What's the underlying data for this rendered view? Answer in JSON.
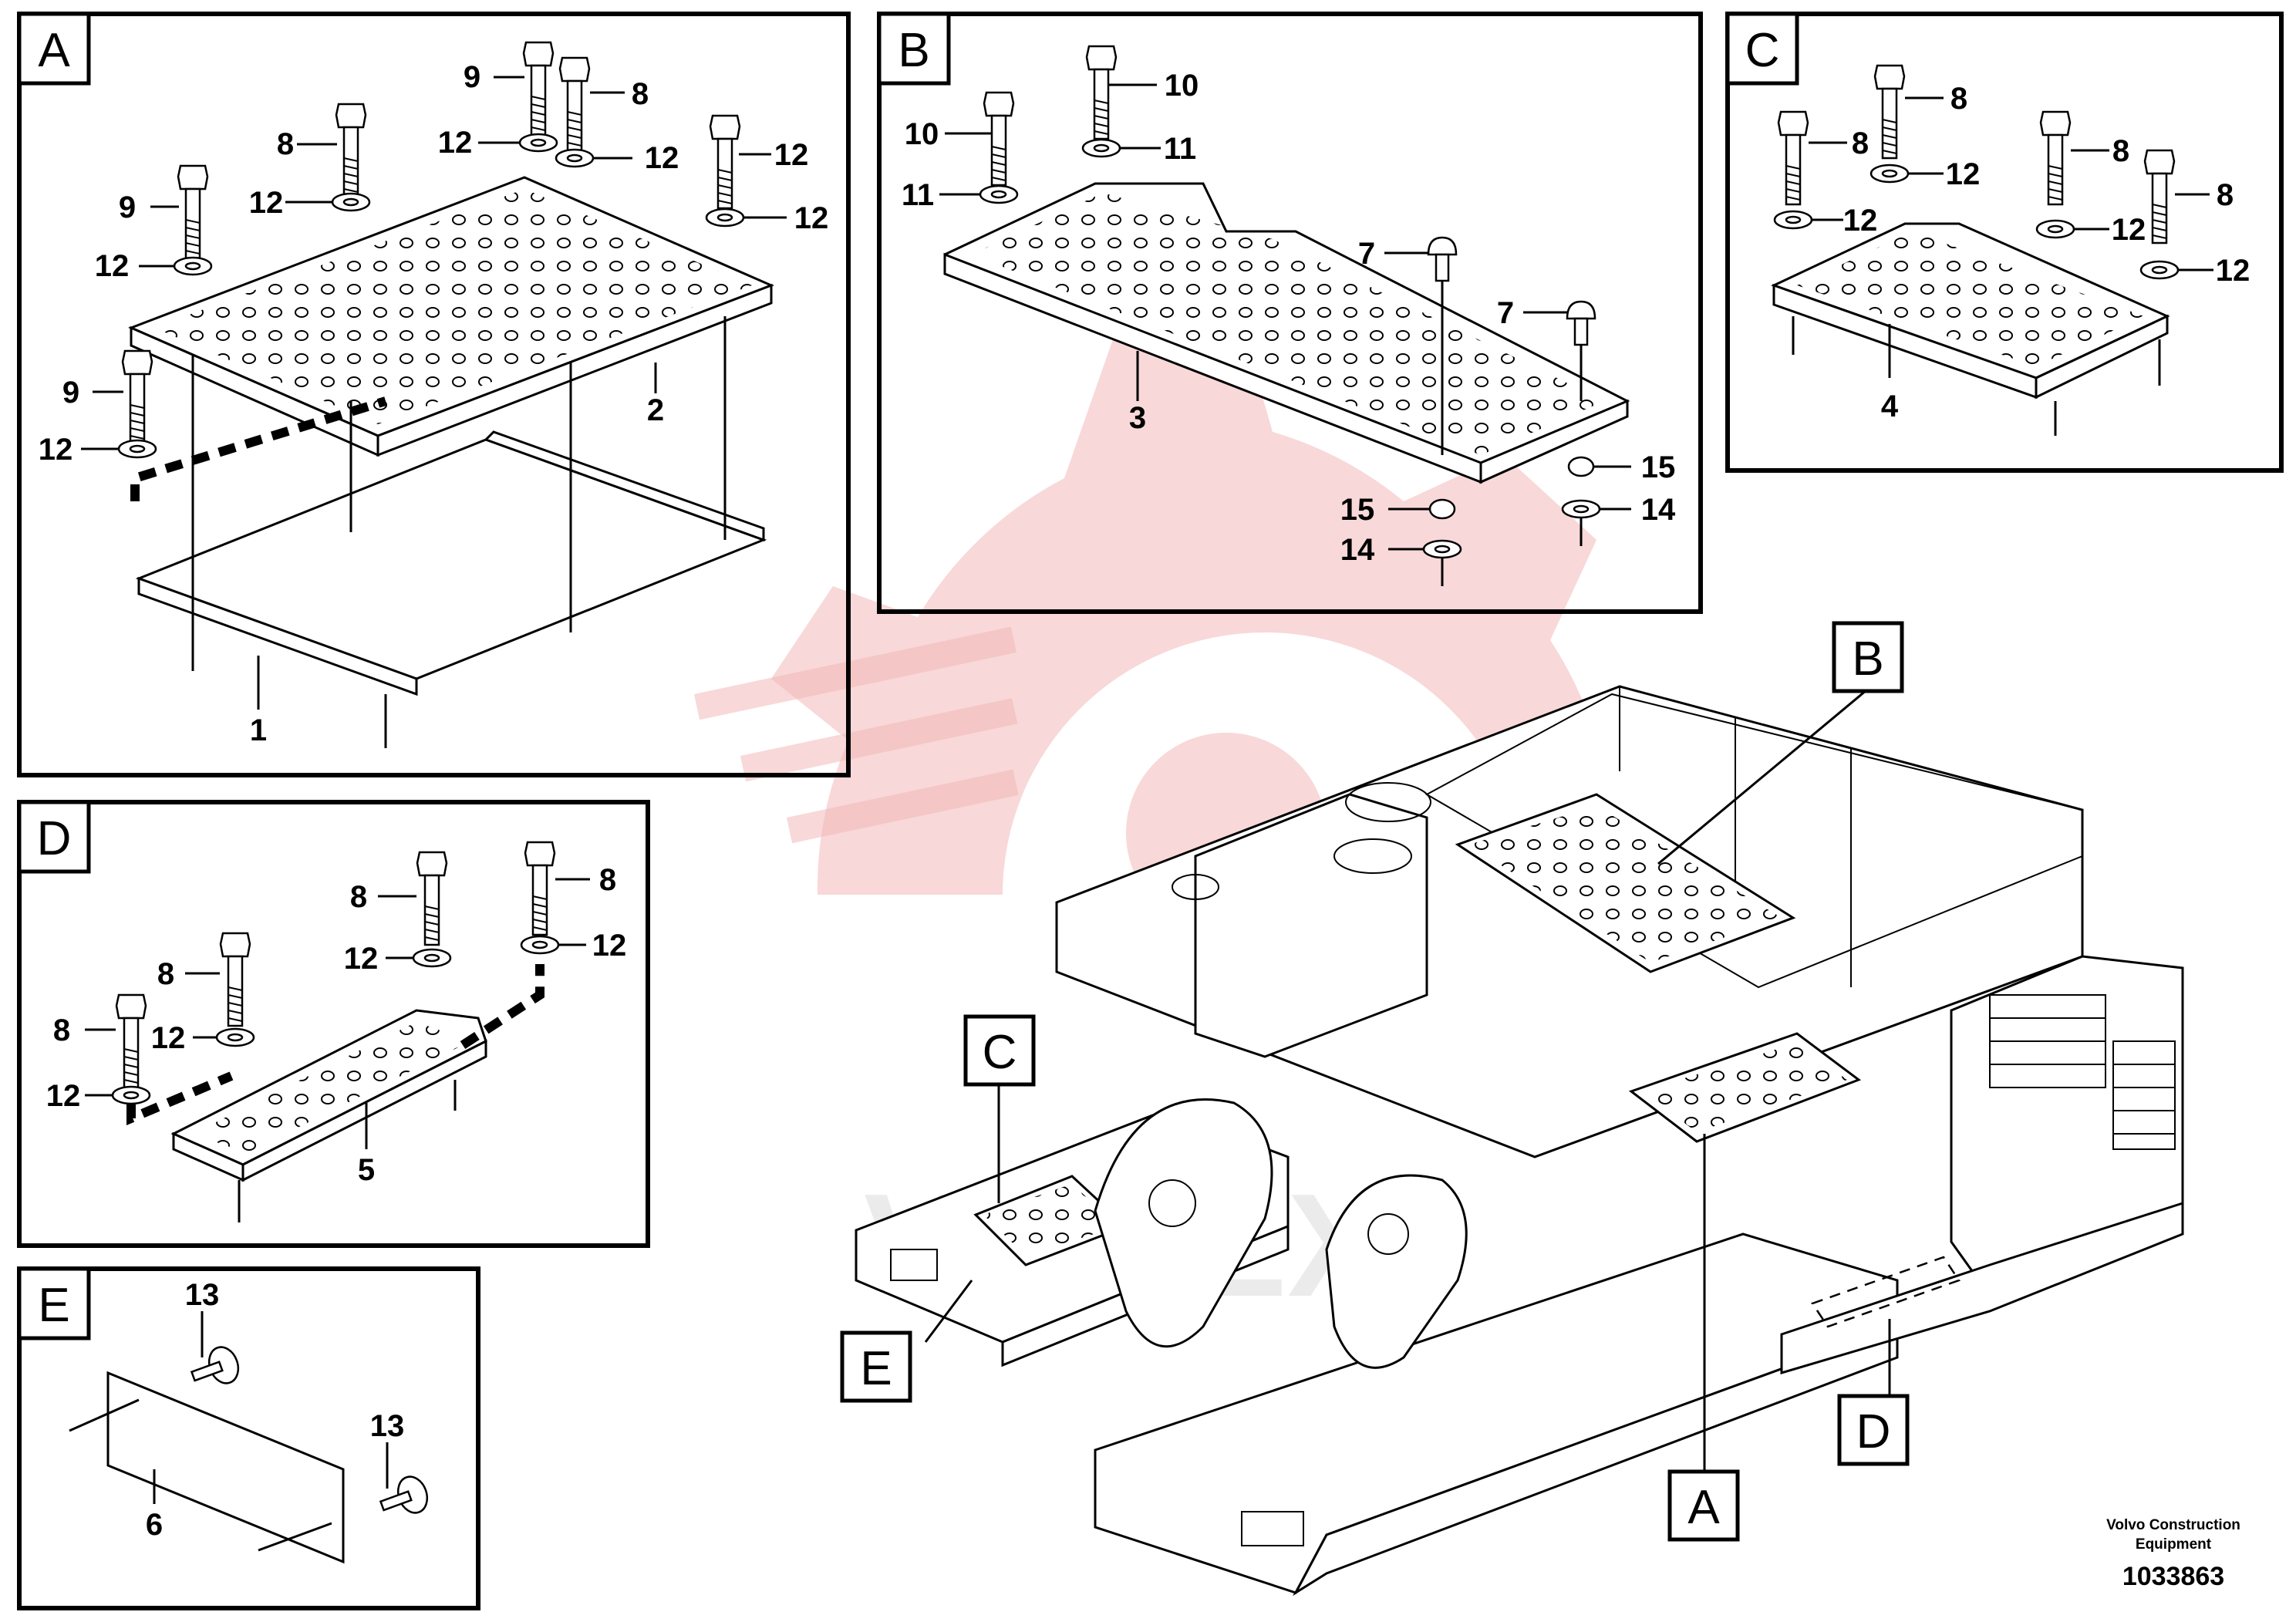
{
  "panels": [
    {
      "letter": "A",
      "callouts": [
        "9",
        "8",
        "12",
        "12",
        "8",
        "12",
        "9",
        "12",
        "12",
        "12",
        "9",
        "12",
        "2",
        "1"
      ]
    },
    {
      "letter": "B",
      "callouts": [
        "10",
        "10",
        "11",
        "11",
        "7",
        "7",
        "3",
        "15",
        "15",
        "14",
        "14"
      ]
    },
    {
      "letter": "C",
      "callouts": [
        "8",
        "8",
        "8",
        "8",
        "12",
        "12",
        "12",
        "12",
        "4"
      ]
    },
    {
      "letter": "D",
      "callouts": [
        "8",
        "8",
        "8",
        "8",
        "12",
        "12",
        "12",
        "12",
        "5"
      ]
    },
    {
      "letter": "E",
      "callouts": [
        "13",
        "13",
        "6"
      ]
    }
  ],
  "overview_labels": [
    "B",
    "C",
    "E",
    "A",
    "D"
  ],
  "watermark": "VIETEX",
  "footer": {
    "company_line1": "Volvo Construction",
    "company_line2": "Equipment",
    "drawing_number": "1033863"
  },
  "colors": {
    "ink": "#000000",
    "watermark": "#f2b8b8"
  }
}
